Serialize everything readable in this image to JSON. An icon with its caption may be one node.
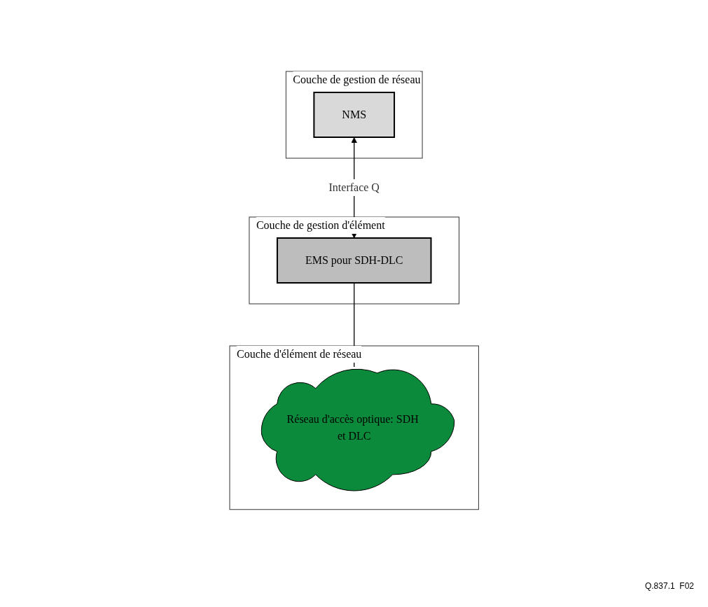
{
  "diagram": {
    "nodes": [
      {
        "text": [
          "Couche de gestion de réseau"
        ]
      },
      {
        "text": [
          "NMS"
        ],
        "in": 0
      },
      {
        "text": [
          "Couche de gestion d'élément"
        ]
      },
      {
        "text": [
          "EMS pour SDH-DLC"
        ],
        "in": 2
      },
      {
        "text": [
          "Couche d'élément de réseau"
        ]
      },
      {
        "text": [
          "Réseau d'accès optique: SDH et DLC"
        ],
        "in": 4
      }
    ],
    "edges": [
      {
        "from": 1,
        "to": 3,
        "arrow": "both",
        "label": "Interface Q"
      },
      {
        "from": 3,
        "to": 5,
        "arrow": "none"
      }
    ],
    "labels": [
      "Q.837.1  F02"
    ]
  }
}
